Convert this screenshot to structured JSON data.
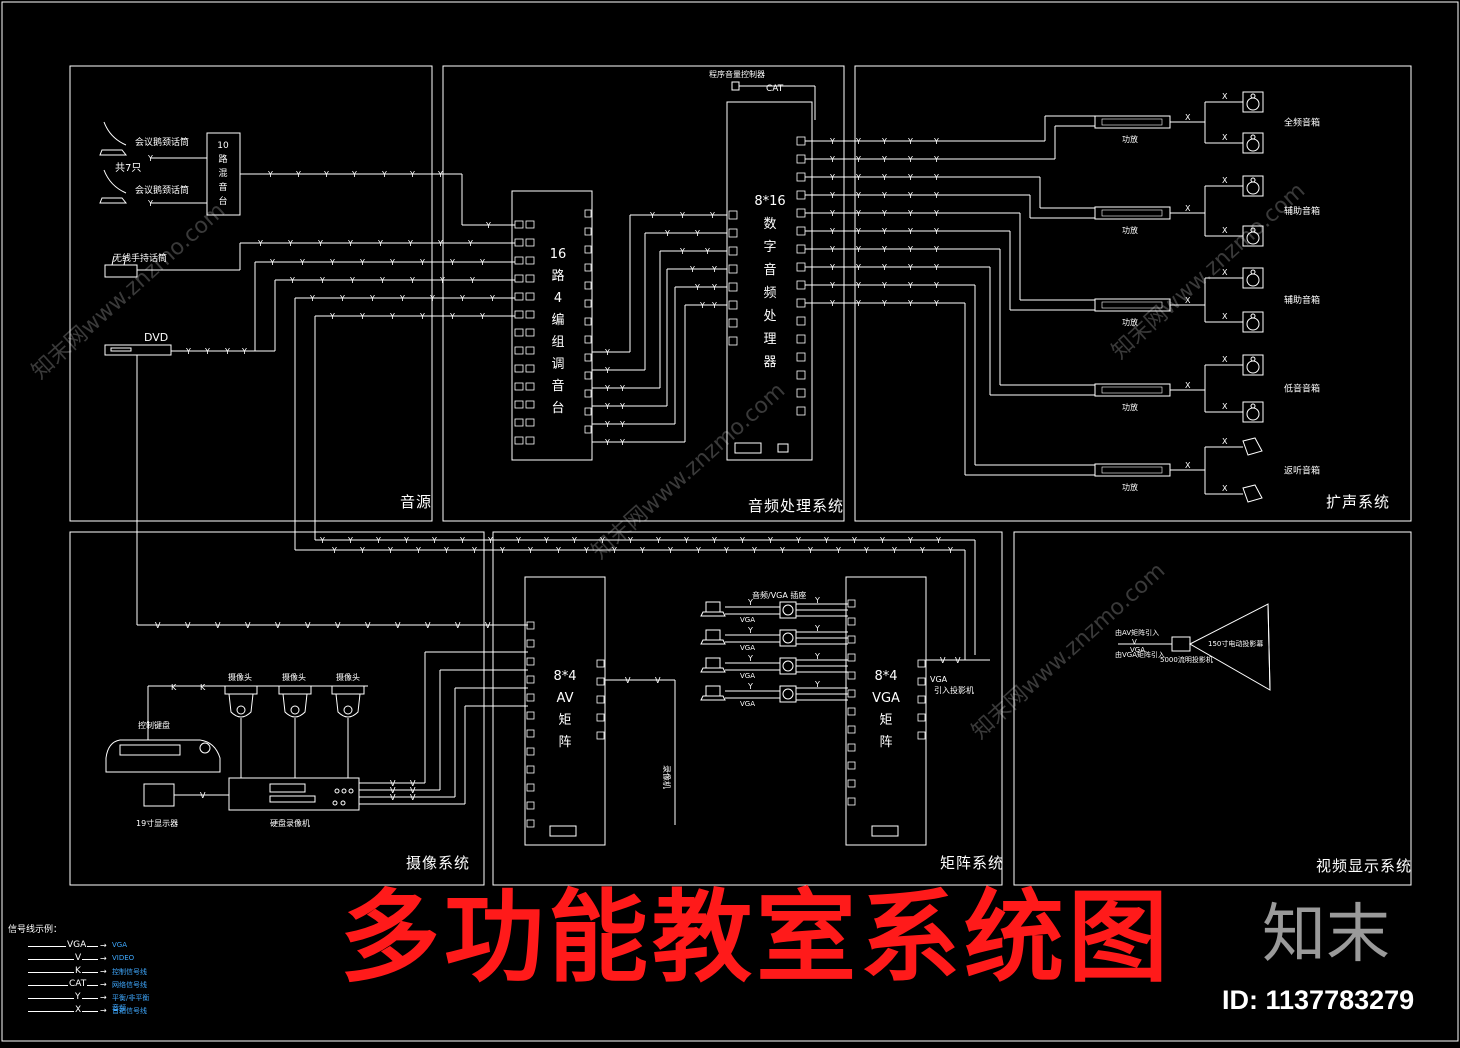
{
  "title": "多功能教室系统图",
  "brand": "知末",
  "image_id": "ID: 1137783279",
  "colors": {
    "background": "#000000",
    "line": "#ffffff",
    "title": "#ff1a1a",
    "legend_desc": "#3fa9ff",
    "watermark": "#555555"
  },
  "panels": {
    "source": "音源",
    "audio": "音频处理系统",
    "speaker": "扩声系统",
    "camera": "摄像系统",
    "matrix": "矩阵系统",
    "display": "视频显示系统"
  },
  "source": {
    "mic_conf_1": "会议鹅颈话筒",
    "mic_conf_2": "会议鹅颈话筒",
    "count": "共7只",
    "mixer_box": [
      "10",
      "路",
      "混",
      "音",
      "台"
    ],
    "wireless": "无线手持话筒",
    "dvd": "DVD"
  },
  "audio": {
    "controller": "程序音量控制器",
    "cat": "CAT",
    "mixer_lines": [
      "16",
      "路",
      "4",
      "编",
      "组",
      "调",
      "音",
      "台"
    ],
    "dsp_top": "8*16",
    "dsp_lines": [
      "数",
      "字",
      "音",
      "频",
      "处",
      "理",
      "器"
    ]
  },
  "speaker": {
    "amp": "功放",
    "groups": [
      "全频音箱",
      "辅助音箱",
      "辅助音箱",
      "低音音箱",
      "返听音箱"
    ]
  },
  "camera": {
    "cams": [
      "摄像头",
      "摄像头",
      "摄像头"
    ],
    "keyboard": "控制键盘",
    "monitor": "19寸显示器",
    "recorder": "硬盘录像机"
  },
  "matrix": {
    "av_top": "8*4",
    "av_lines": [
      "AV",
      "矩",
      "阵"
    ],
    "vga_top": "8*4",
    "vga_lines": [
      "VGA",
      "矩",
      "阵"
    ],
    "av_vga_label": "音频/VGA 插座",
    "projector_in": "引入投影机",
    "recorder_v": "录像机",
    "vga": "VGA"
  },
  "display": {
    "in_av": "由AV矩阵引入",
    "in_vga": "由VGA矩阵引入",
    "projector": "5000流明投影机",
    "screen": "150寸电动投影幕"
  },
  "legend": {
    "title": "信号线示例：",
    "rows": [
      {
        "code": "VGA",
        "desc": "VGA"
      },
      {
        "code": "V",
        "desc": "VIDEO"
      },
      {
        "code": "K",
        "desc": "控制信号线"
      },
      {
        "code": "CAT",
        "desc": "网络信号线"
      },
      {
        "code": "Y",
        "desc": "平衡/非平衡音频"
      },
      {
        "code": "X",
        "desc": "音箱信号线"
      }
    ]
  },
  "watermarks": [
    "知末网www.znzmo.com",
    "知末网www.znzmo.com",
    "知末网www.znzmo.com",
    "知末网www.znzmo.com"
  ]
}
